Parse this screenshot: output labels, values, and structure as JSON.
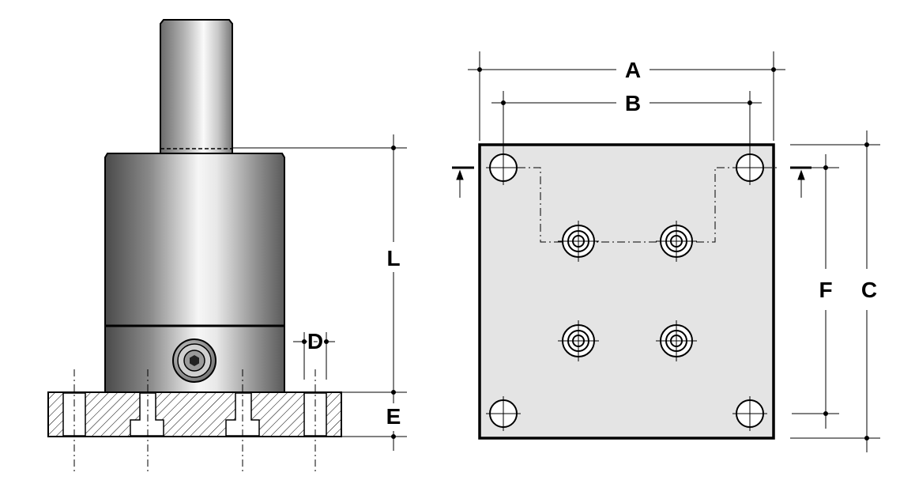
{
  "side_view": {
    "dims": {
      "L": "L",
      "D": "D",
      "E": "E"
    }
  },
  "plan_view": {
    "dims": {
      "A": "A",
      "B": "B",
      "C": "C",
      "F": "F"
    }
  },
  "colors": {
    "line": "#000000",
    "plate_fill": "#e4e4e4",
    "metal_dark": "#555555",
    "metal_light": "#f4f4f4"
  }
}
